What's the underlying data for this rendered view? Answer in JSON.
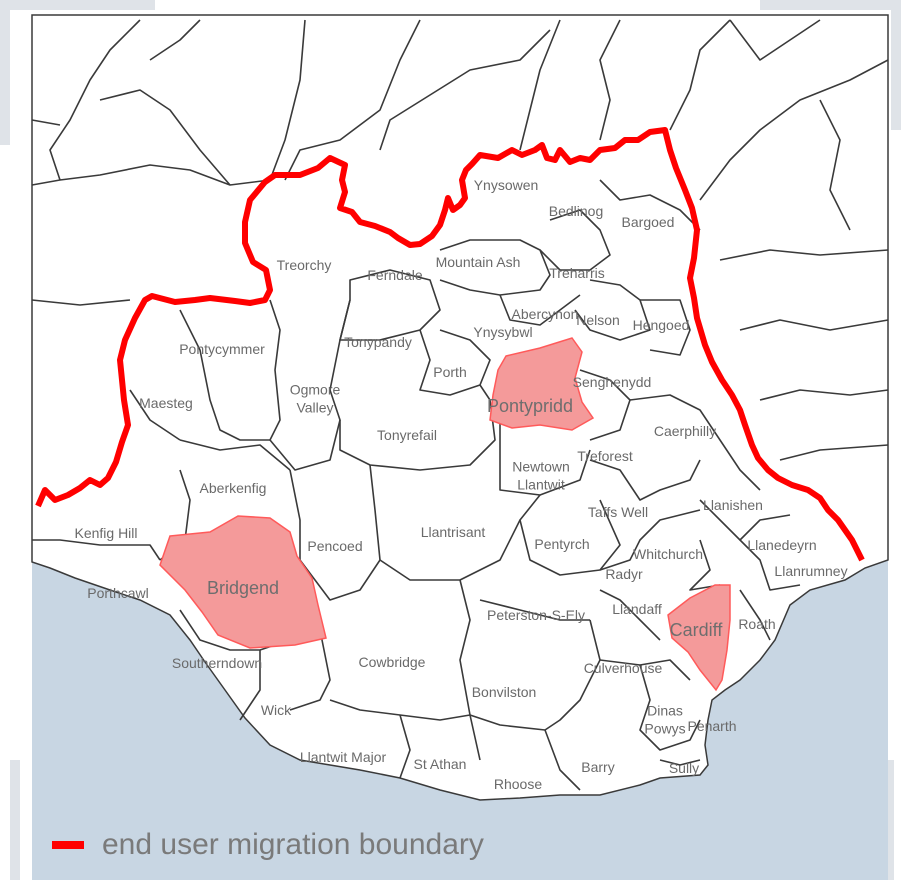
{
  "colors": {
    "sea": "#c8d6e3",
    "land": "#ffffff",
    "district_border": "#3a3a3a",
    "boundary": "#ff0000",
    "highlight_fill": "#f49a9a",
    "highlight_stroke": "#ff5a5a",
    "label": "#6a6a6a"
  },
  "map": {
    "places": {
      "ynysowen": "Ynysowen",
      "bedlinog": "Bedlinog",
      "bargoed": "Bargoed",
      "treorchy": "Treorchy",
      "ferndale": "Ferndale",
      "mountain_ash": "Mountain Ash",
      "treharris": "Treharris",
      "abercynon": "Abercynon",
      "ynysybwl": "Ynysybwl",
      "nelson": "Nelson",
      "hengoed": "Hengoed",
      "pontycymmer": "Pontycymmer",
      "tonypandy": "Tonypandy",
      "porth": "Porth",
      "maesteg": "Maesteg",
      "ogmore_valley": "Ogmore\nValley",
      "pontypridd": "Pontypridd",
      "senghenydd": "Senghenydd",
      "tonyrefail": "Tonyrefail",
      "caerphilly": "Caerphilly",
      "treforest": "Treforest",
      "newtown_llantwit": "Newtown\nLlantwit",
      "aberkenfig": "Aberkenfig",
      "kenfig_hill": "Kenfig Hill",
      "llantrisant": "Llantrisant",
      "taffs_well": "Taffs Well",
      "llanishen": "Llanishen",
      "pencoed": "Pencoed",
      "pentyrch": "Pentyrch",
      "whitchurch": "Whitchurch",
      "llanedeyrn": "Llanedeyrn",
      "bridgend": "Bridgend",
      "llanrumney": "Llanrumney",
      "porthcawl": "Porthcawl",
      "radyr": "Radyr",
      "llandaff": "Llandaff",
      "peterston_s_ely": "Peterston-S-Ely",
      "cardiff": "Cardiff",
      "roath": "Roath",
      "southerndown": "Southerndown",
      "cowbridge": "Cowbridge",
      "culverhouse": "Culverhouse",
      "bonvilston": "Bonvilston",
      "wick": "Wick",
      "dinas_powys": "Dinas\nPowys",
      "penarth": "Penarth",
      "llantwit_major": "Llantwit Major",
      "st_athan": "St Athan",
      "barry": "Barry",
      "sully": "Sully",
      "rhoose": "Rhoose"
    }
  },
  "legend": {
    "label": "end user  migration boundary"
  }
}
